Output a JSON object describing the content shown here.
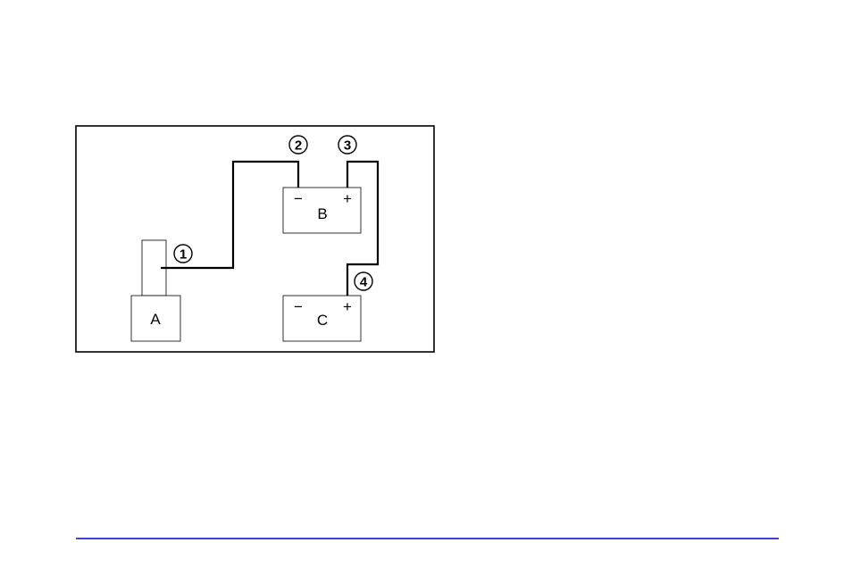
{
  "diagram": {
    "components": {
      "a_label": "A",
      "b_label": "B",
      "c_label": "C"
    },
    "terminals": {
      "negative": "−",
      "positive": "+"
    },
    "callouts": [
      "1",
      "2",
      "3",
      "4"
    ]
  },
  "footer": {
    "rule_color": "#0000cc"
  }
}
